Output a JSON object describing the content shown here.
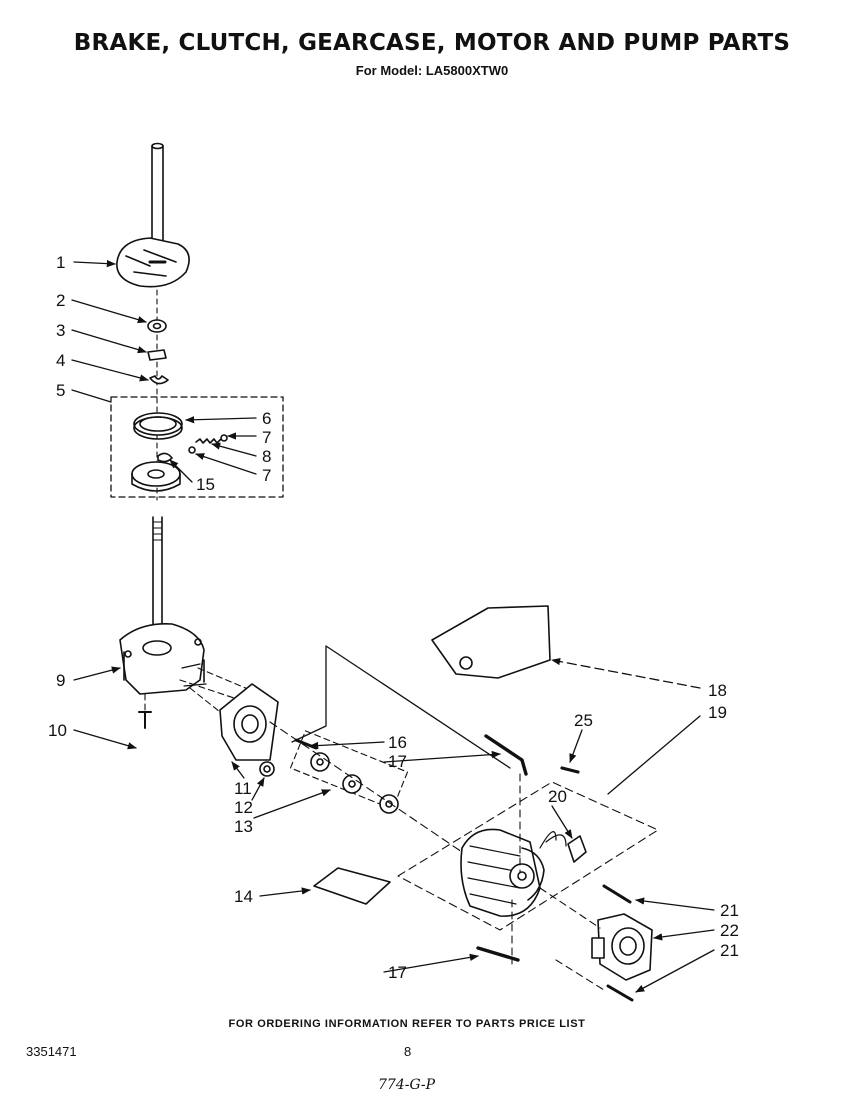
{
  "header": {
    "title": "BRAKE, CLUTCH, GEARCASE, MOTOR AND PUMP PARTS",
    "subtitle": "For Model: LA5800XTW0"
  },
  "callouts": [
    "1",
    "2",
    "3",
    "4",
    "5",
    "6",
    "7",
    "8",
    "7",
    "15",
    "9",
    "10",
    "11",
    "12",
    "13",
    "14",
    "16",
    "17",
    "17",
    "18",
    "19",
    "20",
    "21",
    "22",
    "21",
    "25"
  ],
  "footer": {
    "note": "FOR ORDERING INFORMATION REFER TO PARTS PRICE LIST",
    "doc_number": "3351471",
    "page_number": "8",
    "handwritten": "774-G-P"
  }
}
